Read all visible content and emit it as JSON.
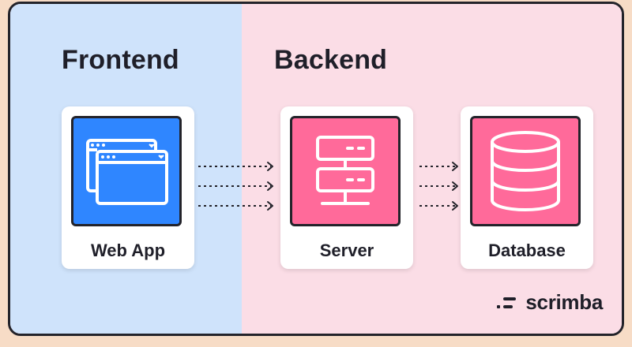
{
  "sections": {
    "frontend_title": "Frontend",
    "backend_title": "Backend"
  },
  "nodes": {
    "web_app": {
      "label": "Web App",
      "icon": "browser-windows-icon"
    },
    "server": {
      "label": "Server",
      "icon": "server-rack-icon"
    },
    "database": {
      "label": "Database",
      "icon": "database-icon"
    }
  },
  "brand": {
    "name": "scrimba",
    "icon": "scrimba-logo-icon"
  },
  "colors": {
    "frontend_bg": "#cfe3fb",
    "backend_bg": "#fbdde6",
    "web_app_tile": "#2f86ff",
    "backend_tile": "#ff6a9a",
    "border": "#23232a"
  }
}
